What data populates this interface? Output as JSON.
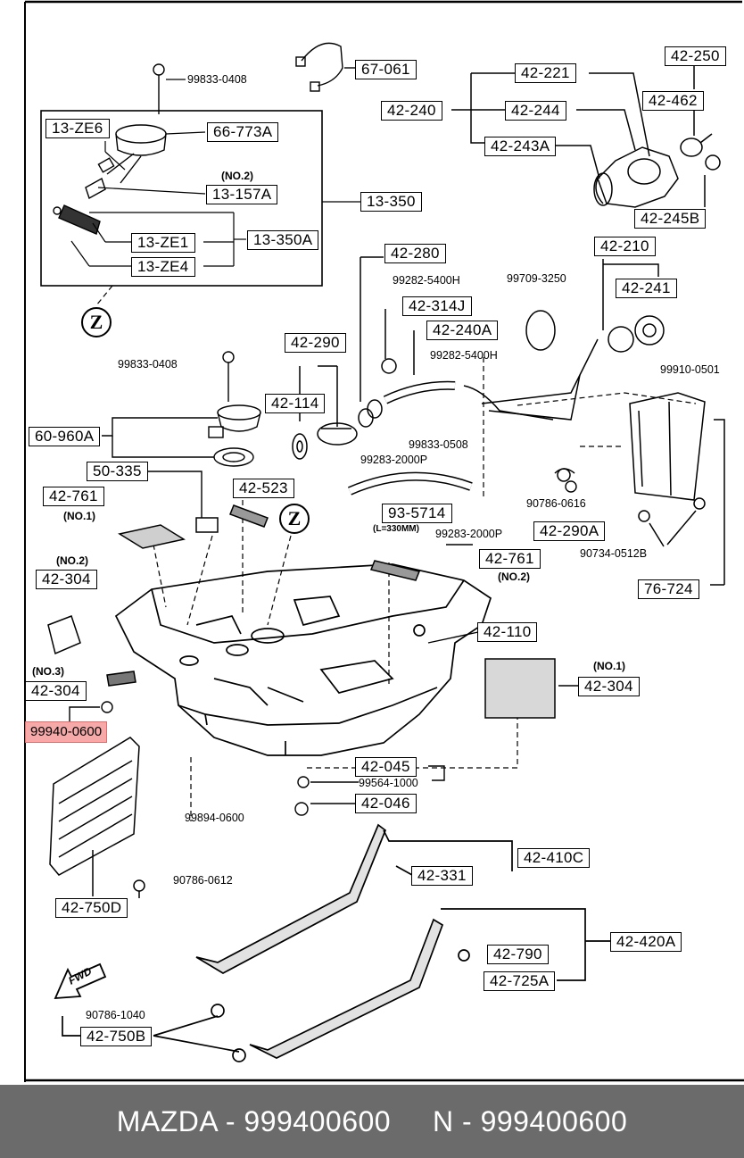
{
  "header_labels": {
    "l67061": "67-061",
    "l42221": "42-221",
    "l42250": "42-250",
    "l42240": "42-240",
    "l42244": "42-244",
    "l42462": "42-462",
    "l42243A": "42-243A",
    "l42245B": "42-245B",
    "l13ZE6": "13-ZE6",
    "l66773A": "66-773A",
    "l13157A": "13-157A",
    "l13350": "13-350",
    "l13350A": "13-350A",
    "l13ZE1": "13-ZE1",
    "l13ZE4": "13-ZE4",
    "l42280": "42-280",
    "l42314J": "42-314J",
    "l42240A": "42-240A",
    "l42210": "42-210",
    "l42241": "42-241",
    "l42290": "42-290",
    "l42114": "42-114",
    "l60960A": "60-960A",
    "l50335": "50-335",
    "l42761a": "42-761",
    "l42523": "42-523",
    "l935714": "93-5714",
    "l42290A": "42-290A",
    "l42304a": "42-304",
    "l42761b": "42-761",
    "l76724": "76-724",
    "l42110": "42-110",
    "l42304b": "42-304",
    "l42304c": "42-304",
    "l42045": "42-045",
    "l42046": "42-046",
    "l42410C": "42-410C",
    "l42331": "42-331",
    "l42750D": "42-750D",
    "l42790": "42-790",
    "l42420A": "42-420A",
    "l42725A": "42-725A",
    "l42750B": "42-750B"
  },
  "part_numbers": {
    "p99833_0408a": "99833-0408",
    "p99282_5400H_a": "99282-5400H",
    "p99709_3250": "99709-3250",
    "p99282_5400H_b": "99282-5400H",
    "p99833_0408b": "99833-0408",
    "p99910_0501": "99910-0501",
    "p99833_0508": "99833-0508",
    "p99283_2000P_a": "99283-2000P",
    "p90786_0616": "90786-0616",
    "p99283_2000P_b": "99283-2000P",
    "p90734_0512B": "90734-0512B",
    "p99564_1000": "99564-1000",
    "p99894_0600": "99894-0600",
    "p90786_0612": "90786-0612",
    "p90786_1040": "90786-1040"
  },
  "notes": {
    "no2a": "(NO.2)",
    "no1a": "(NO.1)",
    "no2b": "(NO.2)",
    "no2c": "(NO.2)",
    "no3": "(NO.3)",
    "no1b": "(NO.1)",
    "length": "(L=330MM)",
    "fwd": "FWD",
    "z": "Z"
  },
  "highlight": {
    "part": "99940-0600",
    "color": "#f6a9a9"
  },
  "footer": {
    "brand_part": "MAZDA - 999400600",
    "n_part": "N - 999400600",
    "background": "#6b6b6b"
  }
}
